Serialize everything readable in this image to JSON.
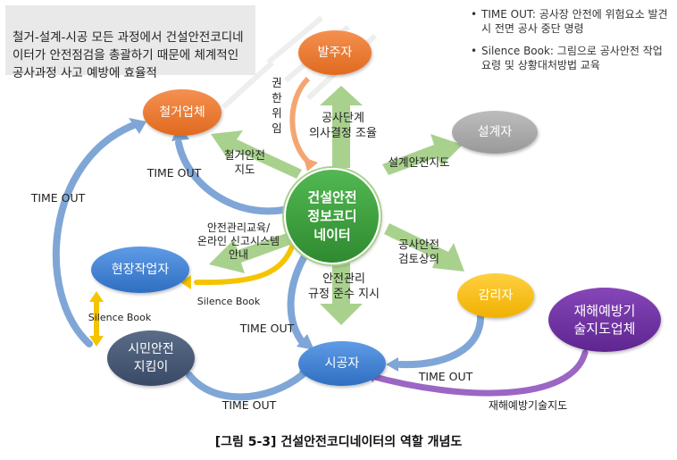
{
  "intro": {
    "text": "철거-설계-시공 모든 과정에서 건설안전코디네\n이터가 안전점검을 총괄하기 때문에 체계적인\n공사과정 사고 예방에 효율적"
  },
  "notes": [
    "TIME OUT: 공사장 안전에 위험요소 발견 시 전면 공사 중단 명령",
    "Silence Book: 그림으로 공사안전 작업 요령 및 상황대처방법 교육"
  ],
  "nodes": {
    "center": "건설안전\n정보코디\n네이터",
    "client": "발주자",
    "demolition": "철거업체",
    "designer": "설계자",
    "field_worker": "현장작업자",
    "supervisor": "감리자",
    "citizen": "시민안전\n지킴이",
    "contractor": "시공자",
    "disaster_consultant": "재해예방기\n술지도업체"
  },
  "labels": {
    "authority": "권\n한\n위\n임",
    "project_stage": "공사단계\n의사결정 조율",
    "demolition_guidance": "철거안전\n지도",
    "design_guidance": "설계안전지도",
    "timeout_demolition": "TIME OUT",
    "timeout_left": "TIME OUT",
    "education": "안전관리교육/\n온라인 신고시스템\n안내",
    "construction_review": "공사안전\n검토상의",
    "regulation": "안전관리\n규정 준수 지시",
    "silence_book_worker": "Silence Book",
    "silence_book_citizen": "Silence Book",
    "timeout_contractor": "TIME OUT",
    "timeout_bottom": "TIME OUT",
    "timeout_supervisor": "TIME OUT",
    "disaster_guidance": "재해예방기술지도"
  },
  "caption": "[그림 5-3] 건설안전코디네이터의 역할 개념도",
  "colors": {
    "orange": "#ec7a30",
    "grey": "#a6a6a6",
    "blue": "#3b7fd0",
    "yellow": "#f5b800",
    "green": "#3b9a3b",
    "purple": "#7030a0",
    "arrow_green": "#a9d18e",
    "arrow_blue": "#7fa6d6"
  }
}
